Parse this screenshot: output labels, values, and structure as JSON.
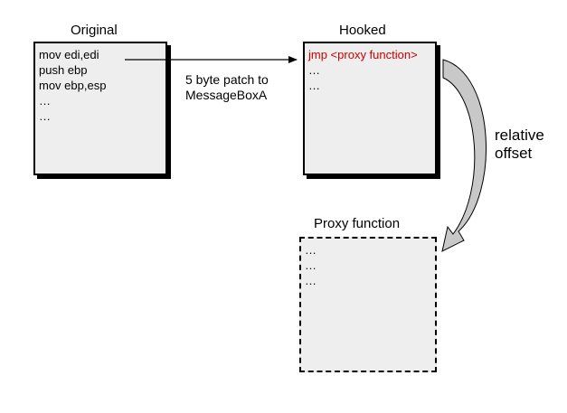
{
  "original": {
    "title": "Original",
    "lines": [
      "mov  edi,edi",
      "push ebp",
      "mov  ebp,esp",
      "…",
      "…"
    ]
  },
  "hooked": {
    "title": "Hooked",
    "jmp_line": "jmp <proxy function>",
    "lines": [
      "…",
      "…"
    ]
  },
  "proxy": {
    "title": "Proxy function",
    "lines": [
      "…",
      "…",
      "…"
    ]
  },
  "patch_label": {
    "line1": "5 byte patch to",
    "line2": "MessageBoxA"
  },
  "offset_label": {
    "line1": "relative",
    "line2": "offset"
  },
  "colors": {
    "jmp_text": "#cc0000",
    "box_fill": "#eeeeee",
    "curved_arrow_fill": "#c8c8c8"
  }
}
